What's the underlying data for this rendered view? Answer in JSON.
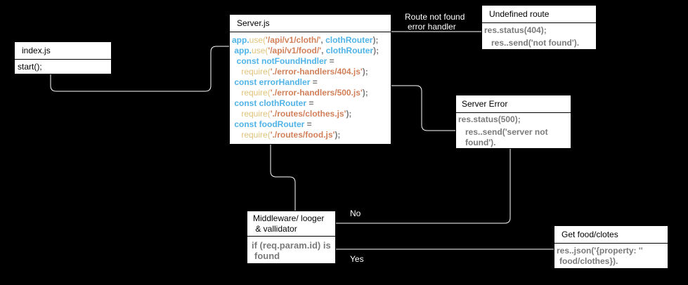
{
  "nodes": {
    "index": {
      "title": "index.js",
      "body": "start();"
    },
    "server": {
      "title": "Server.js",
      "lines": [
        [
          {
            "c": "kw",
            "t": "app."
          },
          {
            "c": "fn",
            "t": "use("
          },
          {
            "c": "str",
            "t": "'/api/v1/cloth/'"
          },
          {
            "c": "gray",
            "t": ", "
          },
          {
            "c": "var",
            "t": "clothRouter"
          },
          {
            "c": "gray",
            "t": ");"
          }
        ],
        [
          {
            "c": "kw",
            "t": " app."
          },
          {
            "c": "fn",
            "t": "use("
          },
          {
            "c": "str",
            "t": "'/api/v1/food/'"
          },
          {
            "c": "gray",
            "t": ", "
          },
          {
            "c": "var",
            "t": "clothRouter"
          },
          {
            "c": "gray",
            "t": ");"
          }
        ],
        [
          {
            "c": "kw",
            "t": "  const "
          },
          {
            "c": "var",
            "t": "notFoundHndler"
          },
          {
            "c": "gray",
            "t": " ="
          }
        ],
        [
          {
            "c": "fn",
            "t": "    require("
          },
          {
            "c": "str",
            "t": "'./error-handlers/404.js'"
          },
          {
            "c": "gray",
            "t": ");"
          }
        ],
        [
          {
            "c": "kw",
            "t": " const "
          },
          {
            "c": "var",
            "t": "errorHandler"
          },
          {
            "c": "gray",
            "t": " ="
          }
        ],
        [
          {
            "c": "fn",
            "t": "    require("
          },
          {
            "c": "str",
            "t": "'./error-handlers/500.js'"
          },
          {
            "c": "gray",
            "t": ");"
          }
        ],
        [
          {
            "c": "kw",
            "t": " const "
          },
          {
            "c": "var",
            "t": "clothRouter"
          },
          {
            "c": "gray",
            "t": " ="
          }
        ],
        [
          {
            "c": "fn",
            "t": "    require("
          },
          {
            "c": "str",
            "t": "'./routes/clothes.js'"
          },
          {
            "c": "gray",
            "t": ");"
          }
        ],
        [
          {
            "c": "kw",
            "t": " const "
          },
          {
            "c": "var",
            "t": "foodRouter"
          },
          {
            "c": "gray",
            "t": " ="
          }
        ],
        [
          {
            "c": "fn",
            "t": "    require("
          },
          {
            "c": "str",
            "t": "'./routes/food.js'"
          },
          {
            "c": "gray",
            "t": ");"
          }
        ]
      ]
    },
    "undefined_route": {
      "title": "Undefined route",
      "line1": "res.status(404);",
      "line2": "res..send('not found')."
    },
    "server_error": {
      "title": "Server Error",
      "line1": "res.status(500);",
      "line2": "res..send('server not",
      "line3": "found')."
    },
    "middleware": {
      "title1": "Middleware/ looger",
      "title2": " & vallidator",
      "cond1": "if (req.param.id) is",
      "cond2": "found"
    },
    "get_food": {
      "title": "Get food/clotes",
      "line1": "res..json('{property: ''",
      "line2": "food/clothes})."
    }
  },
  "edge_labels": {
    "route_not_found_1": "Route not found",
    "route_not_found_2": "error handler",
    "no": "No",
    "yes": "Yes"
  },
  "colors": {
    "connector": "#ffffff",
    "background": "#000000"
  }
}
